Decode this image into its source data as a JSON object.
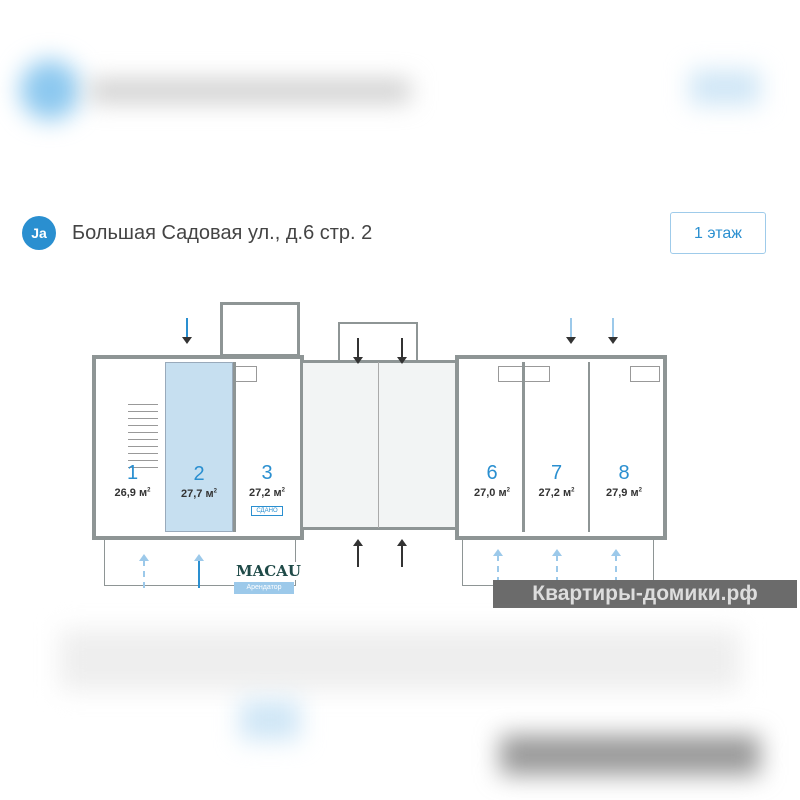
{
  "header": {
    "title": "Большая Садовая ул., д.6 стр. 2",
    "floor_button": "1 этаж"
  },
  "rooms": [
    {
      "number": "1",
      "area": "26,9 м",
      "status": ""
    },
    {
      "number": "2",
      "area": "27,7 м",
      "status": ""
    },
    {
      "number": "3",
      "area": "27,2 м",
      "status": "СДАНО"
    },
    {
      "number": "6",
      "area": "27,0 м",
      "status": ""
    },
    {
      "number": "7",
      "area": "27,2 м",
      "status": ""
    },
    {
      "number": "8",
      "area": "27,9 м",
      "status": ""
    }
  ],
  "tenant": {
    "logo": "MACAU",
    "label": "Арендатор"
  },
  "watermark": "Квартиры-домики.рф",
  "colors": {
    "accent": "#2a8fd0",
    "selected": "#c6dff0",
    "wall": "#8e9595"
  }
}
